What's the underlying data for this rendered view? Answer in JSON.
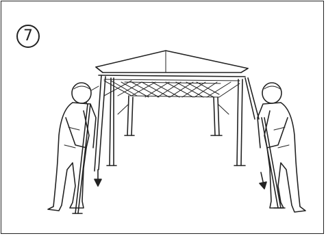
{
  "step": {
    "number": "7"
  },
  "illustration": {
    "subject": "gazebo-canopy-setup-two-people-lowering-legs",
    "arrow_direction": "down"
  },
  "colors": {
    "line": "#222222",
    "background": "#ffffff"
  }
}
